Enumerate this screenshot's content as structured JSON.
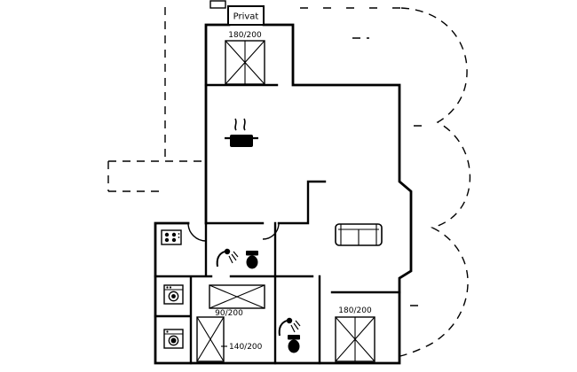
{
  "meta": {
    "type": "floor-plan",
    "background_color": "#ffffff",
    "line_color": "#000000"
  },
  "labels": {
    "privat": "Privat"
  },
  "beds": {
    "top": "180/200",
    "small": "90/200",
    "mid": "140/200",
    "right": "180/200"
  },
  "icons": {
    "kitchen": "kitchen-pot-icon",
    "living": "sofa-icon",
    "bathroom_main": [
      "shower-icon",
      "toilet-icon"
    ],
    "bathroom_small": [
      "shower-icon",
      "toilet-icon"
    ],
    "utility_top": "hob-icon",
    "utility_mid": "washing-machine-icon",
    "utility_bottom": "dryer-icon"
  }
}
